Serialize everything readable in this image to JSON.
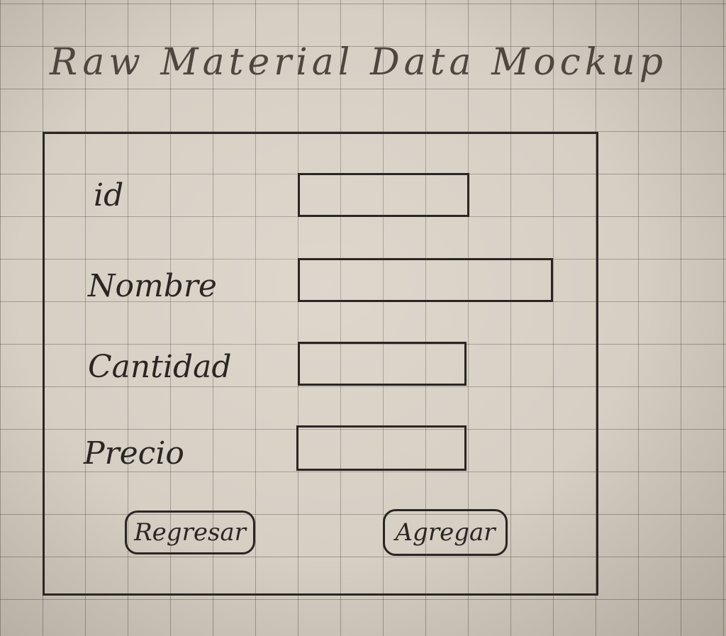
{
  "page": {
    "title": "Raw Material Data Mockup"
  },
  "form": {
    "fields": [
      {
        "label": "id",
        "value": "",
        "placeholder": ""
      },
      {
        "label": "Nombre",
        "value": "",
        "placeholder": ""
      },
      {
        "label": "Cantidad",
        "value": "",
        "placeholder": ""
      },
      {
        "label": "Precio",
        "value": "",
        "placeholder": ""
      }
    ],
    "buttons": {
      "back_label": "Regresar",
      "add_label": "Agregar"
    }
  },
  "colors": {
    "paper": "#d6cfc4",
    "ink": "#2a2623",
    "pencil": "#4e473f"
  }
}
